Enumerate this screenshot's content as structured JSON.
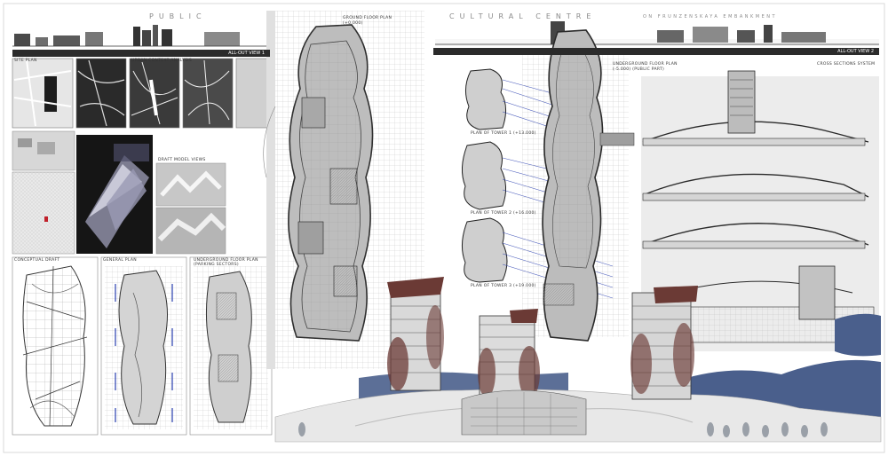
{
  "title": {
    "left": "PUBLIC",
    "right": "CULTURAL CENTRE",
    "subtitle": "ON FRUNZENSKAYA EMBANKMENT"
  },
  "bars": {
    "left": "ALL-OUT VIEW 1",
    "right": "ALL-OUT VIEW 2"
  },
  "labels": {
    "situation": "SITE PLAN",
    "analysis": "URBAN CONTEXT ANALYSIS",
    "draft_model": "DRAFT MODEL VIEWS",
    "conceptual": "CONCEPTUAL DRAFT",
    "general_plan": "GENERAL PLAN",
    "underground_parking": "UNDERGROUND FLOOR PLAN (PARKING SECTORS)",
    "ground_floor": "GROUND FLOOR PLAN (+0.000)",
    "underground_public": "UNDERGROUND FLOOR PLAN (-5.000) (PUBLIC PART)",
    "cross_sections": "CROSS SECTIONS SYSTEM",
    "tower_1": "PLAN OF TOWER 1 (+13.000)",
    "tower_2": "PLAN OF TOWER 2 (+16.000)",
    "tower_3": "PLAN OF TOWER 3 (+19.000)"
  },
  "colors": {
    "water": "#4a5f8c",
    "roof": "#6b3a35",
    "accent_red": "#c0202a",
    "blue_lines": "#2a3fb0",
    "dark_bar": "#2b2b2b"
  }
}
